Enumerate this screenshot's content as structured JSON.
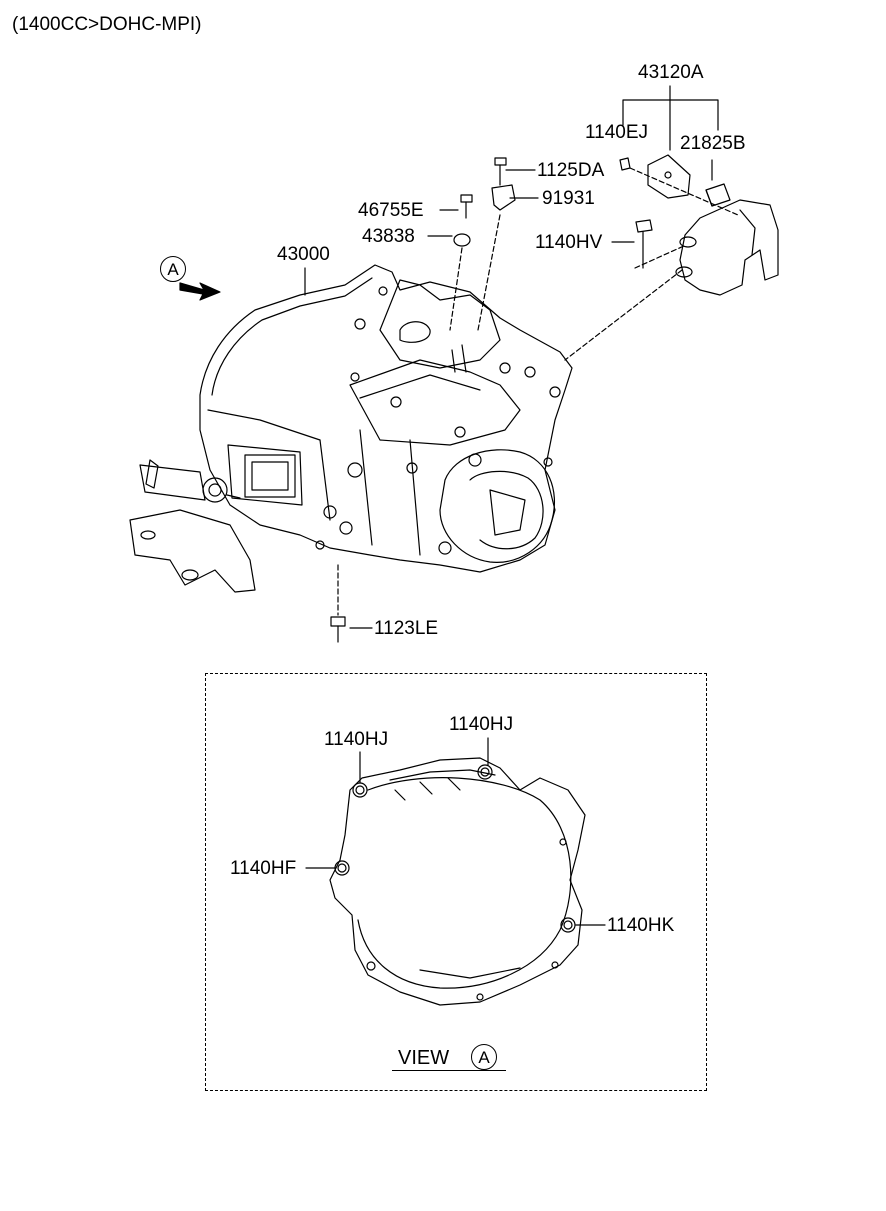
{
  "header": {
    "text": "(1400CC>DOHC-MPI)"
  },
  "view": {
    "title": "VIEW",
    "ref": "A"
  },
  "ref_marker": {
    "letter": "A"
  },
  "parts": {
    "p43120A": "43120A",
    "p1140EJ": "1140EJ",
    "p21825B": "21825B",
    "p1125DA": "1125DA",
    "p91931": "91931",
    "p46755E": "46755E",
    "p43838": "43838",
    "p1140HV": "1140HV",
    "p43000": "43000",
    "p1123LE": "1123LE",
    "p1140HJ_left": "1140HJ",
    "p1140HJ_right": "1140HJ",
    "p1140HF": "1140HF",
    "p1140HK": "1140HK"
  },
  "colors": {
    "line": "#000000",
    "background": "#ffffff"
  }
}
